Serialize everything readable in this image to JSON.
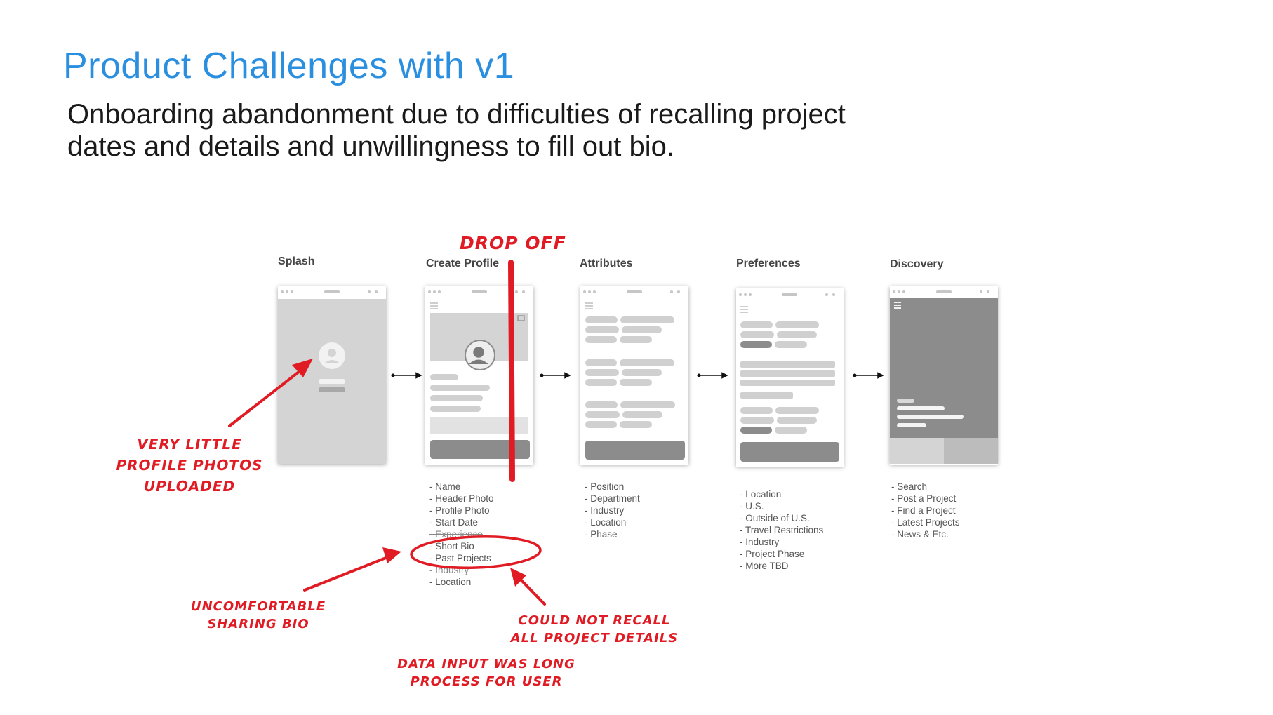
{
  "slide": {
    "title": "Product Challenges with v1",
    "subtitle_line1": "Onboarding abandonment due to difficulties of recalling project",
    "subtitle_line2": "dates and details and unwillingness to fill out bio."
  },
  "flow": {
    "screens": [
      {
        "label": "Splash",
        "items": []
      },
      {
        "label": "Create Profile",
        "items": [
          "- Name",
          "- Header Photo",
          "- Profile Photo",
          "- Start Date",
          "- Experience",
          "- Short Bio",
          "- Past Projects",
          "- Industry",
          "- Location"
        ]
      },
      {
        "label": "Attributes",
        "items": [
          "- Position",
          "- Department",
          "- Industry",
          "- Location",
          "- Phase"
        ]
      },
      {
        "label": "Preferences",
        "items": [
          "- Location",
          "- U.S.",
          "- Outside of U.S.",
          "- Travel Restrictions",
          "- Industry",
          "- Project Phase",
          "- More TBD"
        ]
      },
      {
        "label": "Discovery",
        "items": [
          "- Search",
          "- Post a Project",
          "- Find a Project",
          "- Latest Projects",
          "- News & Etc."
        ]
      }
    ]
  },
  "annotations": {
    "drop_off": "DROP OFF",
    "photos_line1": "VERY LITTLE",
    "photos_line2": "PROFILE PHOTOS",
    "photos_line3": "UPLOADED",
    "bio_line1": "UNCOMFORTABLE",
    "bio_line2": "SHARING BIO",
    "recall_line1": "COULD NOT RECALL",
    "recall_line2": "ALL PROJECT DETAILS",
    "long_line1": "DATA INPUT WAS LONG",
    "long_line2": "PROCESS FOR USER"
  },
  "colors": {
    "title": "#2b8fe0",
    "annotation": "#e01b24",
    "wire_light": "#d0d0d0",
    "wire_dark": "#8c8c8c"
  }
}
